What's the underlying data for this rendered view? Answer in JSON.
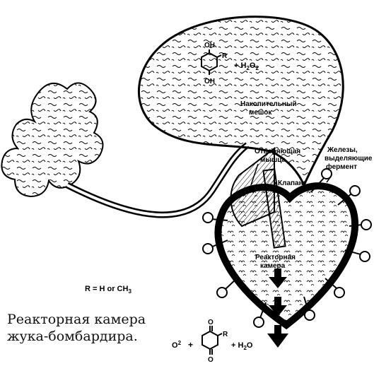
{
  "diagram": {
    "reactant": {
      "substituent_r": "R",
      "oh_top": "OH",
      "oh_bottom": "OH",
      "plus_peroxide": "+ H",
      "peroxide_h_sub": "2",
      "peroxide_o": "O",
      "peroxide_o_sub": "2"
    },
    "labels": {
      "reservoir_line1": "Накопительный",
      "reservoir_line2": "мешок",
      "muscle_line1": "Отворяющая",
      "muscle_line2": "мышца",
      "valve": "Клапан",
      "glands_line1": "Железы,",
      "glands_line2": "выделяющие",
      "glands_line3": "фермент",
      "chamber_line1": "Реакторная",
      "chamber_line2": "камера"
    },
    "r_definition": {
      "prefix": "R = H or CH",
      "sub": "3"
    },
    "products": {
      "oxygen": "O",
      "oxygen_sup": "2",
      "plus1": "+",
      "quinone_r": "R",
      "quinone_o_top": "O",
      "quinone_o_bottom": "O",
      "plus_water": "+ H",
      "water_sub": "2",
      "water_o": "O"
    },
    "caption_line1": "Реакторная камера",
    "caption_line2": "жука-бомбардира.",
    "colors": {
      "ink": "#000000",
      "background": "#ffffff"
    }
  }
}
